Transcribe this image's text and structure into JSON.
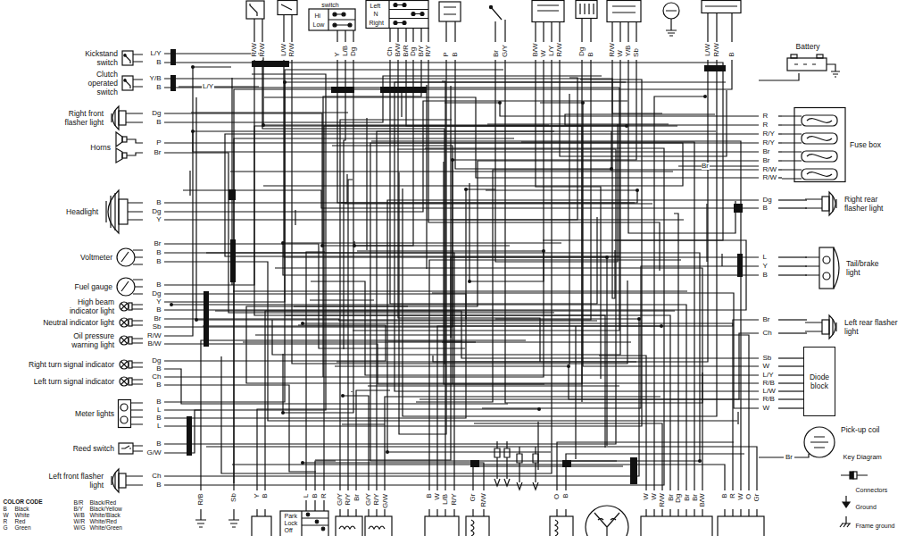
{
  "diagram": {
    "nodes": [
      {
        "text": [
          "Kickstand switch"
        ]
      },
      {
        "text": [
          "Clutch operated switch"
        ]
      },
      {
        "text": [
          "Right front flasher light"
        ]
      },
      {
        "text": [
          "Horns"
        ]
      },
      {
        "text": [
          "Headlight"
        ]
      },
      {
        "text": [
          "Voltmeter"
        ]
      },
      {
        "text": [
          "Fuel gauge"
        ]
      },
      {
        "text": [
          "High beam indicator light"
        ]
      },
      {
        "text": [
          "Neutral indicator light"
        ]
      },
      {
        "text": [
          "Oil pressure warning light"
        ]
      },
      {
        "text": [
          "Right turn signal indicator"
        ]
      },
      {
        "text": [
          "Left turn signal indicator"
        ]
      },
      {
        "text": [
          "Meter lights"
        ]
      },
      {
        "text": [
          "Reed switch"
        ]
      },
      {
        "text": [
          "Left front flasher light"
        ]
      },
      {
        "text": [
          "Battery"
        ]
      },
      {
        "text": [
          "Fuse box"
        ]
      },
      {
        "text": [
          "Right rear flasher light"
        ]
      },
      {
        "text": [
          "Tail/brake light"
        ]
      },
      {
        "text": [
          "Left rear flasher light"
        ]
      },
      {
        "text": [
          "Diode block"
        ]
      },
      {
        "text": [
          "Pick-up coil"
        ]
      }
    ],
    "labels": [
      "L/Y",
      "B",
      "Y/B",
      "B",
      "Dg",
      "B",
      "P",
      "Br",
      "B",
      "Dg",
      "Y",
      "Br",
      "B",
      "B",
      "B",
      "Dg",
      "Y",
      "B",
      "Br",
      "Sb",
      "R/W",
      "B/W",
      "Dg",
      "B",
      "Ch",
      "B",
      "B",
      "L",
      "B",
      "L",
      "B",
      "G/W",
      "Ch",
      "B",
      "L/Y",
      "R/W",
      "R/W",
      "L/W",
      "R/W",
      "Y",
      "L/B",
      "Dg",
      "Ch",
      "B/W",
      "B/R",
      "Dg",
      "B/Y",
      "R/Y",
      "P",
      "B",
      "Br",
      "G/Y",
      "B/W",
      "W",
      "L/Y",
      "R/W",
      "Dg",
      "B",
      "R/W",
      "W",
      "Y/B",
      "Sb",
      "L/W",
      "R/W",
      "B",
      "switch",
      "Hi",
      "Low",
      "Left",
      "N",
      "Right",
      "R",
      "R",
      "R/Y",
      "R/Y",
      "Br",
      "Br",
      "R/W",
      "R/W",
      "Br",
      "Dg",
      "B",
      "L",
      "Y",
      "B",
      "Br",
      "Ch",
      "Sb",
      "W",
      "L/Y",
      "R/B",
      "L/W",
      "R/B",
      "W",
      "Br",
      "R/B",
      "Sb",
      "Y",
      "B",
      "L",
      "B",
      "R",
      "G/Y",
      "R/Y",
      "Br",
      "G/Y",
      "R/Y",
      "G/W",
      "B",
      "W",
      "L/B",
      "R/Y",
      "Gr",
      "R/W",
      "O",
      "B",
      "W",
      "W",
      "R/W",
      "Br",
      "Dg",
      "Br",
      "Br",
      "B/W",
      "B",
      "R",
      "W",
      "O",
      "Gr",
      "Park",
      "Lock",
      "Off",
      "COLOR CODE",
      "B",
      "Black",
      "W",
      "White",
      "R",
      "Red",
      "G",
      "Green",
      "B/R",
      "Black/Red",
      "B/Y",
      "Black/Yellow",
      "W/B",
      "White/Black",
      "W/R",
      "White/Red",
      "W/G",
      "White/Green",
      "Key Diagram",
      "Connectors",
      "Ground",
      "Frame ground"
    ]
  }
}
